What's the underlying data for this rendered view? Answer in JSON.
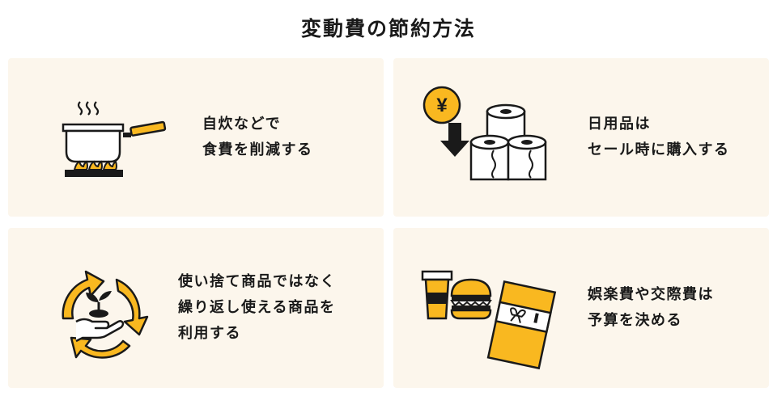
{
  "title": "変動費の節約方法",
  "cards": [
    {
      "lines": [
        "自炊などで",
        "食費を削減する"
      ],
      "icon": "cooking-pot-icon"
    },
    {
      "lines": [
        "日用品は",
        "セール時に購入する"
      ],
      "icon": "yen-toilet-paper-icon"
    },
    {
      "lines": [
        "使い捨て商品ではなく",
        "繰り返し使える商品を",
        "利用する"
      ],
      "icon": "recycle-sprout-icon"
    },
    {
      "lines": [
        "娯楽費や交際費は",
        "予算を決める"
      ],
      "icon": "food-gift-icon"
    }
  ],
  "yen_symbol": "¥",
  "colors": {
    "accent": "#f9b820",
    "background": "#fcf6ec",
    "ink": "#1a1a1a"
  }
}
